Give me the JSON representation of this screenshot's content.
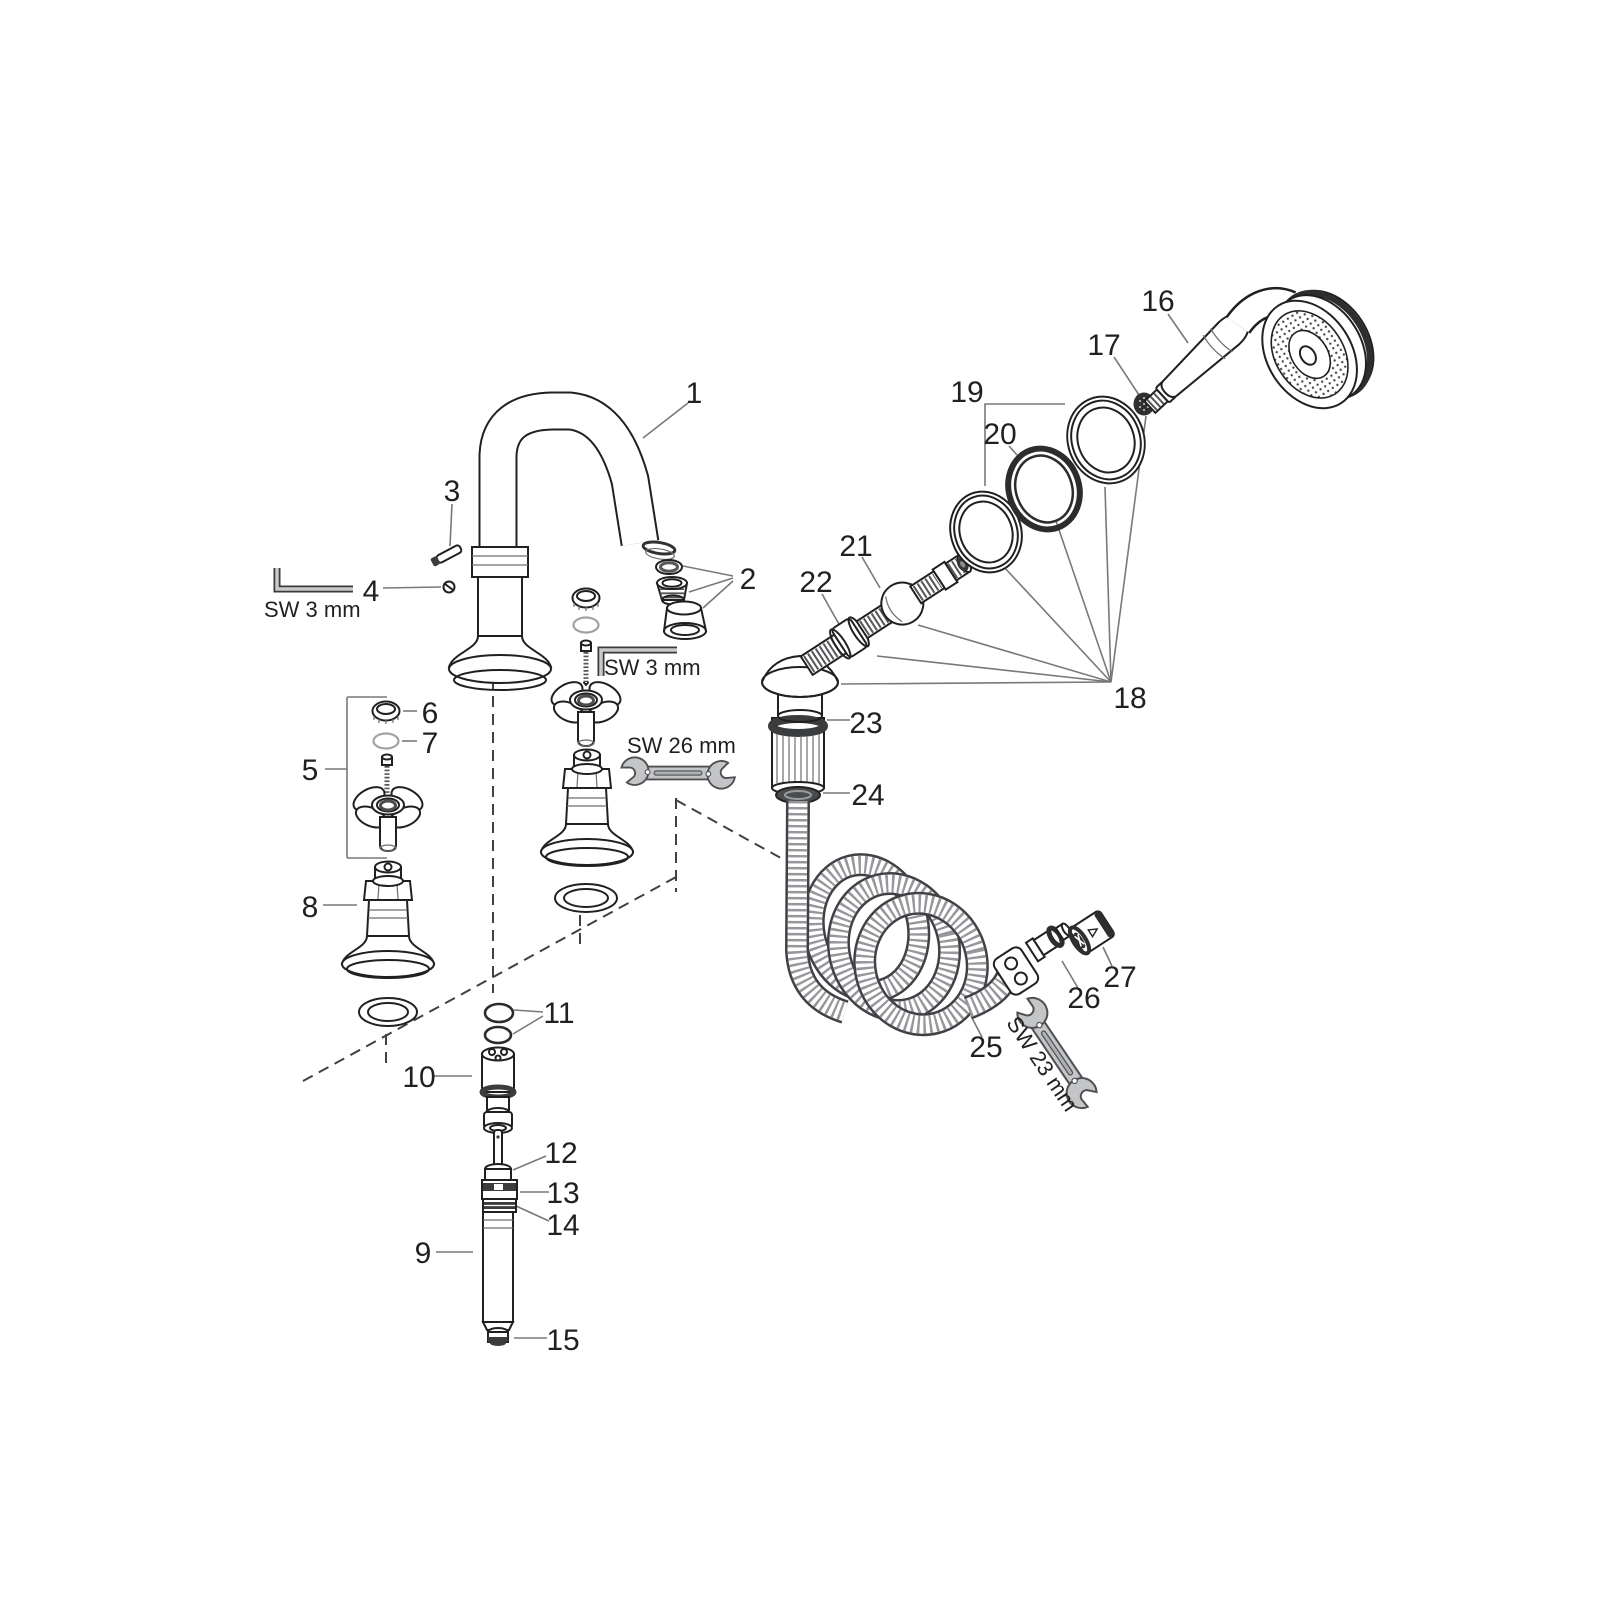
{
  "diagram": {
    "type": "exploded-parts-diagram",
    "background_color": "#ffffff",
    "line_color": "#231f20",
    "leader_color": "#77797c",
    "wrench_fill": "#c3c5c7",
    "dark_part_color": "#3a3c3e",
    "parts": {
      "1": "1",
      "2": "2",
      "3": "3",
      "4": "4",
      "5": "5",
      "6": "6",
      "7": "7",
      "8": "8",
      "9": "9",
      "10": "10",
      "11": "11",
      "12": "12",
      "13": "13",
      "14": "14",
      "15": "15",
      "16": "16",
      "17": "17",
      "18": "18",
      "19": "19",
      "20": "20",
      "21": "21",
      "22": "22",
      "23": "23",
      "24": "24",
      "25": "25",
      "26": "26",
      "27": "27"
    },
    "tools": {
      "sw3_left": "SW 3 mm",
      "sw3_mid": "SW 3 mm",
      "sw26": "SW 26 mm",
      "sw23": "SW 23 mm"
    }
  }
}
